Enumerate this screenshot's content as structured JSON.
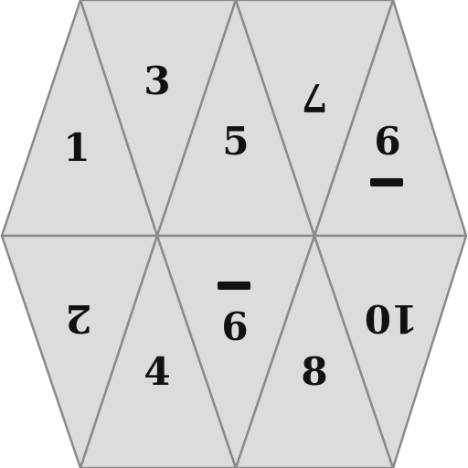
{
  "puzzle": {
    "name": "hexagon-triangle-number-puzzle",
    "colors": {
      "tile": "#dcdcdc",
      "edge": "#8a8a8a",
      "numeral": "#111111",
      "background": "#ffffff"
    },
    "tiles": [
      {
        "id": "t1",
        "label": "1",
        "rotation": 0,
        "underline": false
      },
      {
        "id": "t2",
        "label": "3",
        "rotation": 0,
        "underline": false
      },
      {
        "id": "t3",
        "label": "5",
        "rotation": 0,
        "underline": false
      },
      {
        "id": "t4",
        "label": "7",
        "rotation": 180,
        "underline": false
      },
      {
        "id": "t5",
        "label": "6",
        "rotation": 0,
        "underline": true
      },
      {
        "id": "t6",
        "label": "2",
        "rotation": 180,
        "underline": false
      },
      {
        "id": "t7",
        "label": "4",
        "rotation": 0,
        "underline": false
      },
      {
        "id": "t8",
        "label": "9",
        "rotation": 180,
        "underline": true
      },
      {
        "id": "t9",
        "label": "8",
        "rotation": 0,
        "underline": false
      },
      {
        "id": "t10",
        "label": "10",
        "rotation": 180,
        "underline": false
      }
    ]
  }
}
